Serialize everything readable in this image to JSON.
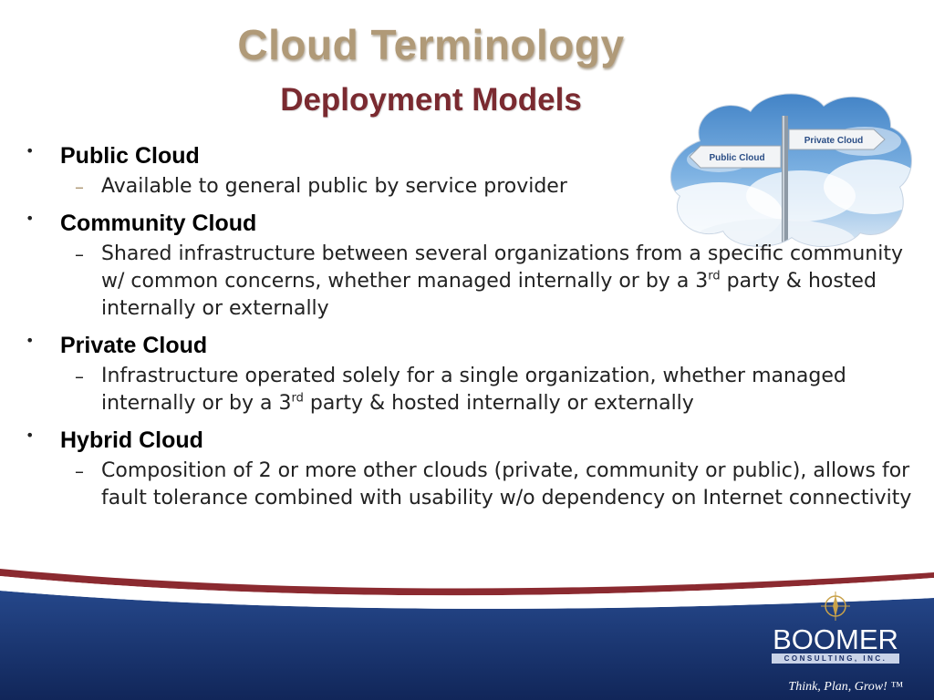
{
  "title": "Cloud Terminology",
  "subtitle": "Deployment Models",
  "bullets": [
    {
      "title": "Public Cloud",
      "subs": [
        {
          "parts": [
            "Available to general public by service provider"
          ]
        }
      ]
    },
    {
      "title": "Community Cloud",
      "subs": [
        {
          "parts": [
            "Shared infrastructure between several organizations from a specific community w/ common concerns, whether managed internally or by a 3",
            "rd",
            " party & hosted internally or externally"
          ]
        }
      ]
    },
    {
      "title": "Private Cloud",
      "subs": [
        {
          "parts": [
            "Infrastructure operated solely for a single organization, whether managed internally or by a 3",
            "rd",
            " party & hosted internally or externally"
          ]
        }
      ]
    },
    {
      "title": "Hybrid Cloud",
      "subs": [
        {
          "parts": [
            "Composition of 2 or more other clouds (private, community or public), allows for fault tolerance combined with usability w/o dependency on Internet connectivity"
          ]
        }
      ]
    }
  ],
  "image": {
    "sign_left": "Public Cloud",
    "sign_right": "Private Cloud"
  },
  "logo": {
    "name": "BOOMER",
    "sub": "CONSULTING, INC.",
    "tagline": "Think, Plan, Grow! ™"
  },
  "colors": {
    "title": "#b09a78",
    "subtitle": "#7a2a30",
    "footer_band": "#1b3a73",
    "footer_stripe": "#8b2a30"
  }
}
